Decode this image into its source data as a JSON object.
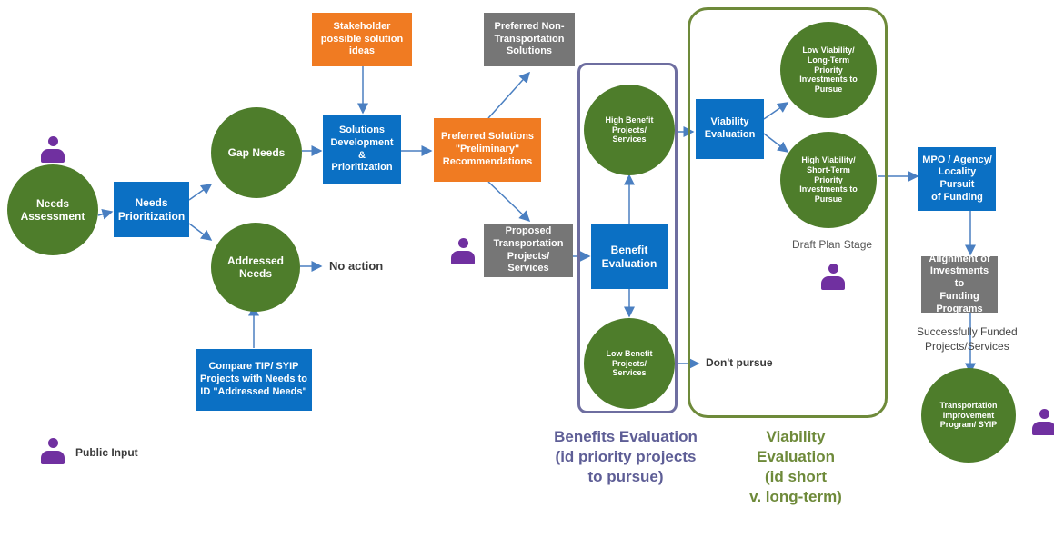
{
  "colors": {
    "circle": "#4e7d2b",
    "blue_box": "#0b70c4",
    "orange_box": "#f07b22",
    "gray_box": "#767676",
    "person": "#7030a0",
    "benefits_frame": "#6e6ea0",
    "viability_frame": "#6e8a3a"
  },
  "nodes": {
    "needs_assessment": "Needs\nAssessment",
    "needs_prioritization": "Needs\nPrioritization",
    "gap_needs": "Gap Needs",
    "addressed_needs": "Addressed\nNeeds",
    "no_action": "No action",
    "compare_tip": "Compare TIP/ SYIP\nProjects with Needs to\nID \"Addressed Needs\"",
    "stakeholder": "Stakeholder\npossible solution\nideas",
    "solutions_dev": "Solutions\nDevelopment\n&\nPrioritization",
    "preferred_solutions": "Preferred Solutions\n\"Preliminary\"\nRecommendations",
    "preferred_non_transport": "Preferred Non-\nTransportation\nSolutions",
    "proposed_transport": "Proposed\nTransportation\nProjects/ Services",
    "benefit_evaluation": "Benefit\nEvaluation",
    "high_benefit": "High Benefit\nProjects/\nServices",
    "low_benefit": "Low Benefit\nProjects/\nServices",
    "dont_pursue": "Don't pursue",
    "viability_evaluation": "Viability\nEvaluation",
    "low_viability": "Low Viability/\nLong-Term\nPriority\nInvestments to\nPursue",
    "high_viability": "High Viability/\nShort-Term\nPriority\nInvestments to\nPursue",
    "draft_plan_stage": "Draft Plan Stage",
    "mpo_agency": "MPO / Agency/\nLocality Pursuit\nof Funding",
    "alignment": "Alignment of\nInvestments to\nFunding\nPrograms",
    "successfully_funded": "Successfully Funded\nProjects/Services",
    "tip_syip": "Transportation\nImprovement\nProgram/ SYIP"
  },
  "legend": {
    "icon": "person-icon",
    "label": "Public Input"
  },
  "captions": {
    "benefits": "Benefits Evaluation\n(id priority projects\nto pursue)",
    "viability": "Viability\nEvaluation\n(id short\nv. long-term)"
  }
}
